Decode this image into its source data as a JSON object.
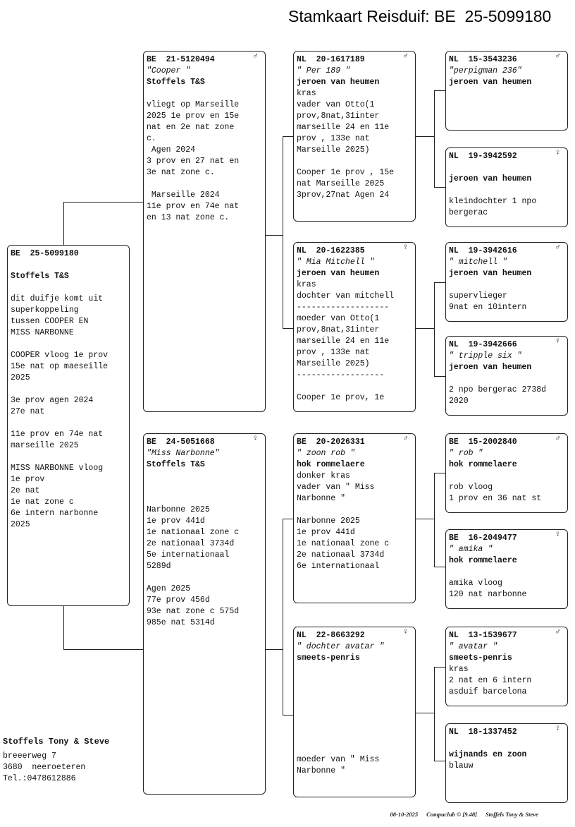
{
  "title": "Stamkaart Reisduif: BE  25-5099180",
  "boxes": {
    "subject": {
      "ring": "BE  25-5099180",
      "sex": "",
      "name": "",
      "owner": "Stoffels T&S",
      "notes": [
        "",
        "dit duifje komt uit",
        "superkoppeling",
        "tussen COOPER EN",
        "MISS NARBONNE",
        "",
        "COOPER vloog 1e prov",
        "15e nat op maeseille",
        "2025",
        "",
        "3e prov agen 2024",
        "27e nat",
        "",
        "11e prov en 74e nat",
        "marseille 2025",
        "",
        "MISS NARBONNE vloog",
        "1e prov",
        "2e nat",
        "1e nat zone c",
        "6e intern narbonne",
        "2025"
      ]
    },
    "sire": {
      "ring": "BE  21-5120494",
      "sex": "♂",
      "name": "\"Cooper \"",
      "owner": "Stoffels T&S",
      "notes": [
        "",
        "vliegt op Marseille",
        "2025 1e prov en 15e",
        "nat en 2e nat zone",
        "c.",
        " Agen 2024",
        "3 prov en 27 nat en",
        "3e nat zone c.",
        "",
        " Marseille 2024",
        "11e prov en 74e nat",
        "en 13 nat zone c."
      ]
    },
    "dam": {
      "ring": "BE  24-5051668",
      "sex": "♀",
      "name": "\"Miss Narbonne\"",
      "owner": "Stoffels T&S",
      "notes": [
        "",
        "",
        "",
        "Narbonne 2025",
        "1e prov 441d",
        "1e nationaal zone c",
        "2e nationaal 3734d",
        "5e internationaal",
        "5289d",
        "",
        "Agen 2025",
        "77e prov 456d",
        "93e nat zone c 575d",
        "985e nat 5314d"
      ]
    },
    "ss": {
      "ring": "NL  20-1617189",
      "sex": "♂",
      "name": "\" Per 189 \"",
      "owner": "jeroen van heumen",
      "notes": [
        "kras",
        "vader van Otto(1",
        "prov,8nat,31inter",
        "marseille 24 en 11e",
        "prov , 133e nat",
        "Marseille 2025)",
        "",
        "Cooper 1e prov , 15e",
        "nat Marseille 2025",
        "3prov,27nat Agen 24"
      ]
    },
    "sd": {
      "ring": "NL  20-1622385",
      "sex": "♀",
      "name": "\" Mia Mitchell \"",
      "owner": "jeroen van heumen",
      "notes": [
        "kras",
        "dochter van mitchell",
        "-------------------",
        "moeder van Otto(1",
        "prov,8nat,31inter",
        "marseille 24 en 11e",
        "prov , 133e nat",
        "Marseille 2025)",
        "------------------",
        "",
        "Cooper 1e prov, 1e"
      ]
    },
    "ds": {
      "ring": "BE  20-2026331",
      "sex": "♂",
      "name": "\" zoon rob \"",
      "owner": "hok rommelaere",
      "notes": [
        "donker kras",
        "vader van \" Miss",
        "Narbonne \"",
        "",
        "Narbonne 2025",
        "1e prov 441d",
        "1e nationaal zone c",
        "2e nationaal 3734d",
        "6e internationaal"
      ]
    },
    "dd": {
      "ring": "NL  22-8663292",
      "sex": "♀",
      "name": "\" dochter avatar \"",
      "owner": "smeets-penris",
      "notes": [
        "",
        "",
        "",
        "",
        "",
        "",
        "",
        "",
        "moeder van \" Miss",
        "Narbonne \""
      ]
    },
    "sss": {
      "ring": "NL  15-3543236",
      "sex": "♂",
      "name": "\"perpigman 236\"",
      "owner": "jeroen van heumen",
      "notes": []
    },
    "ssd": {
      "ring": "NL  19-3942592",
      "sex": "♀",
      "name": "",
      "owner": "jeroen van heumen",
      "notes": [
        "",
        "kleindochter 1 npo",
        "bergerac"
      ]
    },
    "sds": {
      "ring": "NL  19-3942616",
      "sex": "♂",
      "name": "\" mitchell \"",
      "owner": "jeroen van heumen",
      "notes": [
        "",
        "supervlieger",
        "9nat en 10intern"
      ]
    },
    "sdd": {
      "ring": "NL  19-3942666",
      "sex": "♀",
      "name": "\" tripple six \"",
      "owner": "jeroen van heumen",
      "notes": [
        "",
        "2 npo bergerac 2738d",
        "2020"
      ]
    },
    "dss": {
      "ring": "BE  15-2002840",
      "sex": "♂",
      "name": "\" rob \"",
      "owner": "hok rommelaere",
      "notes": [
        "",
        "rob vloog",
        "1 prov en 36 nat st"
      ]
    },
    "dsd": {
      "ring": "BE  16-2049477",
      "sex": "♀",
      "name": "\" amika \"",
      "owner": "hok rommelaere",
      "notes": [
        "",
        "amika vloog",
        "120 nat narbonne"
      ]
    },
    "dds": {
      "ring": "NL  13-1539677",
      "sex": "♂",
      "name": "\" avatar \"",
      "owner": "smeets-penris",
      "notes": [
        "kras",
        "2 nat en 6 intern",
        "asduif barcelona"
      ]
    },
    "ddd": {
      "ring": "NL  18-1337452",
      "sex": "♀",
      "name": "",
      "owner": "wijnands en zoon",
      "notes": [
        "blauw"
      ]
    }
  },
  "breeder": {
    "name": "Stoffels Tony & Steve",
    "street": "breeerweg 7",
    "city": "3680  neeroeteren",
    "phone": "Tel.:0478612886"
  },
  "footer": {
    "date": "08-10-2025",
    "software": "Compuclub © [9.48]",
    "owner": "Stoffels Tony & Steve"
  }
}
